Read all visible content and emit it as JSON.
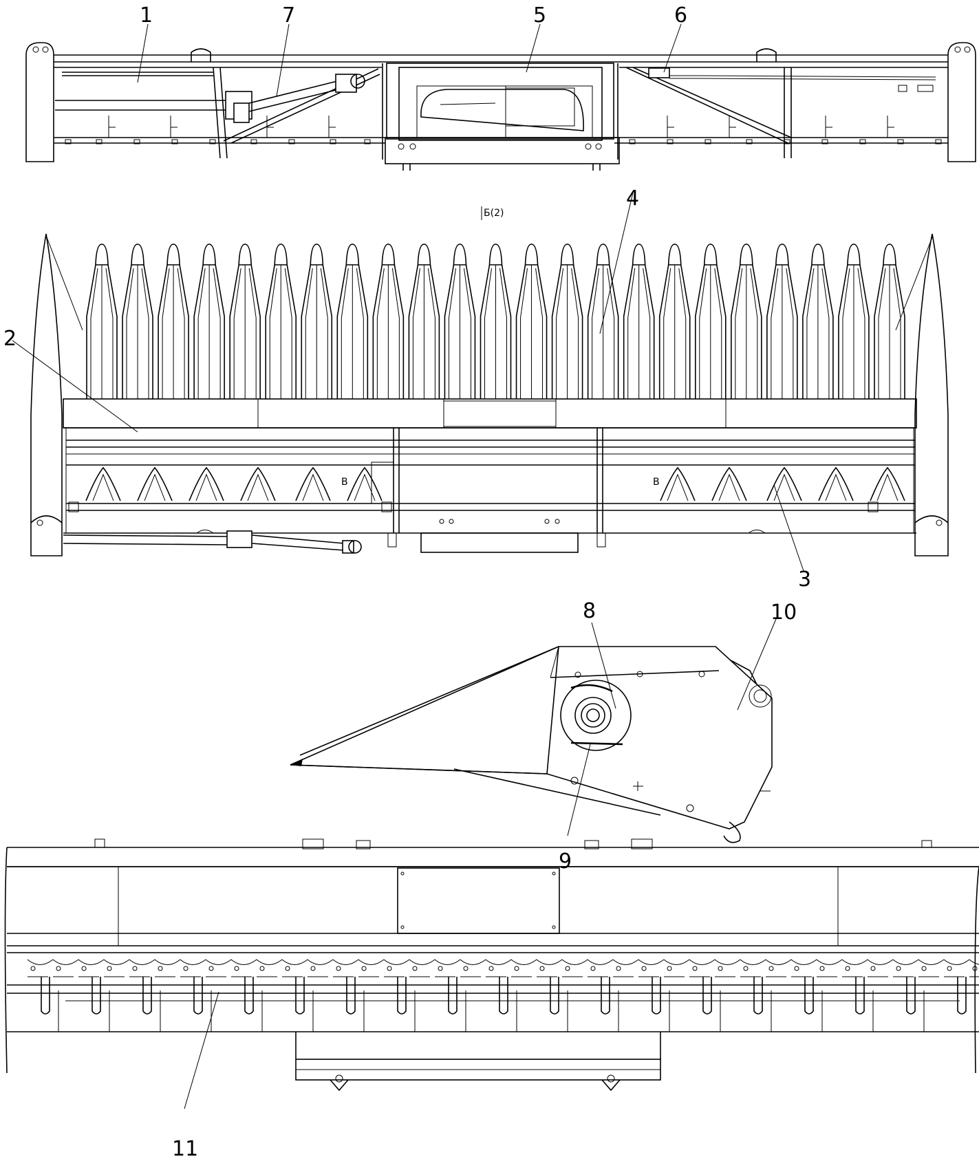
{
  "callouts": [
    {
      "id": "1",
      "text": "1"
    },
    {
      "id": "2",
      "text": "2"
    },
    {
      "id": "3",
      "text": "3"
    },
    {
      "id": "4",
      "text": "4"
    },
    {
      "id": "5",
      "text": "5"
    },
    {
      "id": "6",
      "text": "6"
    },
    {
      "id": "7",
      "text": "7"
    },
    {
      "id": "8",
      "text": "8"
    },
    {
      "id": "9",
      "text": "9"
    },
    {
      "id": "10",
      "text": "10"
    },
    {
      "id": "11",
      "text": "11"
    }
  ],
  "notes": {
    "section_b2": "Б(2)",
    "section_b_left": "В",
    "section_b_right": "В"
  },
  "views": {
    "top": "top-view",
    "front": "front-view",
    "side": "side-view",
    "detail": "detail-view"
  },
  "row_dividers_count": 23
}
